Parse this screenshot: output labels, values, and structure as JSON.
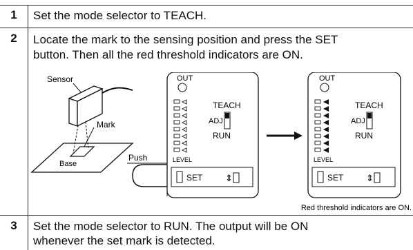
{
  "steps": [
    {
      "number": "1",
      "text": "Set the mode selector to TEACH."
    },
    {
      "number": "2",
      "text_line1": "Locate the mark to the sensing position and press the SET",
      "text_line2": "button. Then all the red threshold indicators are ON."
    },
    {
      "number": "3",
      "text_line1": "Set the mode selector to RUN. The output will be ON",
      "text_line2": "whenever the set mark is detected."
    }
  ],
  "figure": {
    "sensor_label": "Sensor",
    "mark_label": "Mark",
    "base_label": "Base",
    "push_label": "Push",
    "out_label": "OUT",
    "level_label": "LEVEL",
    "set_label": "SET",
    "mode_teach": "TEACH",
    "mode_adj": "ADJ",
    "mode_run": "RUN",
    "caption": "Red threshold indicators are ON."
  }
}
